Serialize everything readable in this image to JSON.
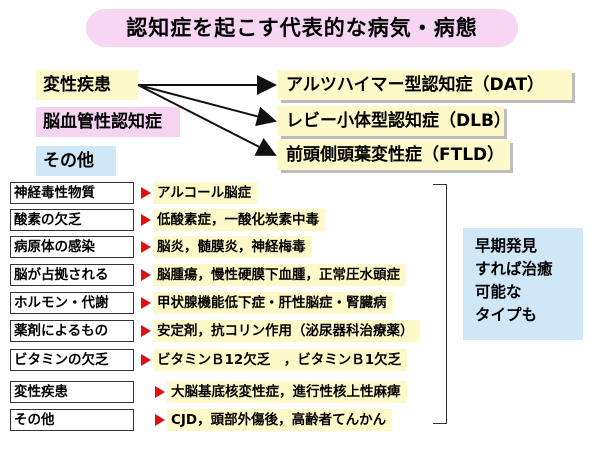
{
  "title": "認知症を起こす代表的な病気・病態",
  "main_categories": [
    "変性疾患",
    "脳血管性認知症",
    "その他"
  ],
  "dementia_types": [
    "アルツハイマー型認知症（DAT）",
    "レビー小体型認知症（DLB）",
    "前頭側頭葉変性症（FTLD）"
  ],
  "other_causes": [
    {
      "category": "神経毒性物質",
      "detail": "アルコール脳症"
    },
    {
      "category": "酸素の欠乏",
      "detail": "低酸素症，一酸化炭素中毒"
    },
    {
      "category": "病原体の感染",
      "detail": "脳炎，髄膜炎，神経梅毒"
    },
    {
      "category": "脳が占拠される",
      "detail": "脳腫瘍，慢性硬膜下血腫，正常圧水頭症"
    },
    {
      "category": "ホルモン・代謝",
      "detail": "甲状腺機能低下症・肝性脳症・腎臓病"
    },
    {
      "category": "薬剤によるもの",
      "detail": "安定剤，抗コリン作用（泌尿器科治療薬）"
    },
    {
      "category": "ビタミンの欠乏",
      "detail": "ビタミンＢ12欠乏　，ビタミンＢ1欠乏"
    },
    {
      "category": "変性疾患",
      "detail": "大脳基底核変性症，進行性核上性麻痺"
    },
    {
      "category": "その他",
      "detail": "CJD，頭部外傷後，高齢者てんかん"
    }
  ],
  "note_lines": [
    "早期発見",
    "すれば治癒",
    "可能な",
    "タイプも"
  ]
}
